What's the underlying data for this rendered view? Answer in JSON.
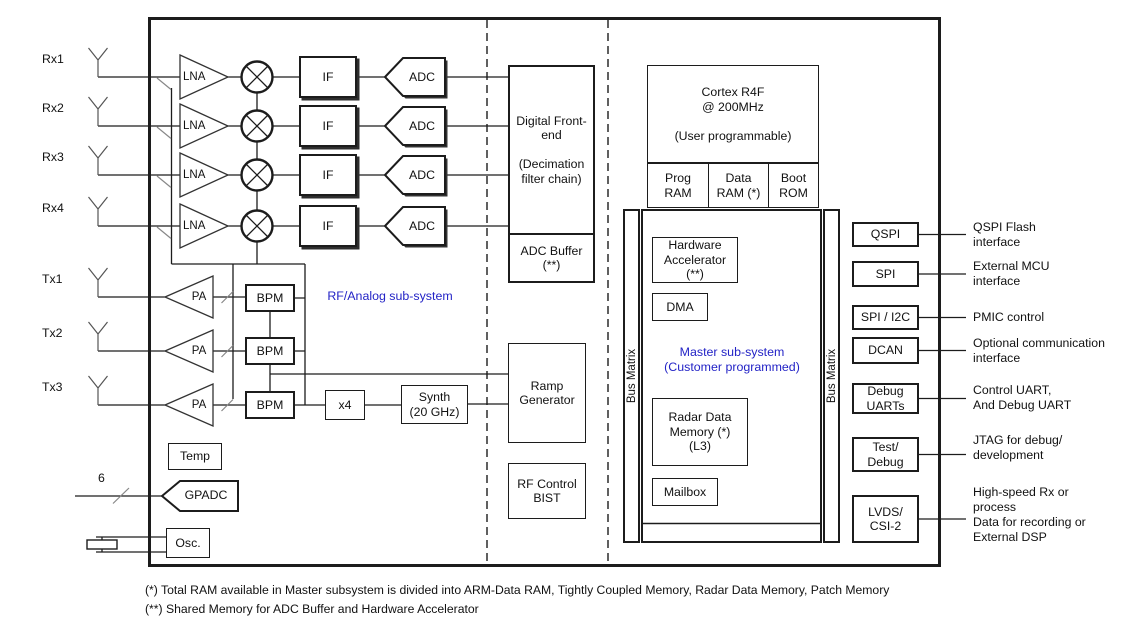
{
  "chip": {
    "rx": [
      {
        "label": "Rx1",
        "lna": "LNA",
        "if": "IF",
        "adc": "ADC"
      },
      {
        "label": "Rx2",
        "lna": "LNA",
        "if": "IF",
        "adc": "ADC"
      },
      {
        "label": "Rx3",
        "lna": "LNA",
        "if": "IF",
        "adc": "ADC"
      },
      {
        "label": "Rx4",
        "lna": "LNA",
        "if": "IF",
        "adc": "ADC"
      }
    ],
    "tx": [
      {
        "label": "Tx1",
        "pa": "PA",
        "bpm": "BPM"
      },
      {
        "label": "Tx2",
        "pa": "PA",
        "bpm": "BPM"
      },
      {
        "label": "Tx3",
        "pa": "PA",
        "bpm": "BPM"
      }
    ],
    "rf_analog": {
      "section_label": "RF/Analog sub-system",
      "digital_front_end": "Digital Front-\nend\n\n(Decimation\nfilter chain)",
      "adc_buffer": "ADC Buffer\n(**)",
      "multiplier": "x4",
      "synth": "Synth\n(20 GHz)",
      "ramp_generator": "Ramp\nGenerator",
      "rf_control_bist": "RF Control\nBIST",
      "temp": "Temp",
      "gpadc": "GPADC",
      "gpadc_bus_width": "6",
      "osc": "Osc."
    },
    "master": {
      "section_label": "Master sub-system\n(Customer programmed)",
      "cortex": "Cortex R4F\n@ 200MHz\n\n(User programmable)",
      "prog_ram": "Prog\nRAM",
      "data_ram": "Data\nRAM (*)",
      "boot_rom": "Boot\nROM",
      "bus_matrix_left": "Bus Matrix",
      "bus_matrix_right": "Bus Matrix",
      "hardware_accelerator": "Hardware\nAccelerator\n(**)",
      "dma": "DMA",
      "radar_data_memory": "Radar Data\nMemory (*)\n(L3)",
      "mailbox": "Mailbox"
    },
    "interfaces": [
      {
        "label": "QSPI",
        "desc": "QSPI Flash\ninterface"
      },
      {
        "label": "SPI",
        "desc": "External MCU\ninterface"
      },
      {
        "label": "SPI / I2C",
        "desc": "PMIC control"
      },
      {
        "label": "DCAN",
        "desc": "Optional communication\ninterface"
      },
      {
        "label": "Debug\nUARTs",
        "desc": "Control UART,\nAnd Debug UART"
      },
      {
        "label": "Test/\nDebug",
        "desc": "JTAG for debug/\ndevelopment"
      },
      {
        "label": "LVDS/\nCSI-2",
        "desc": "High-speed Rx or\nprocess\nData for recording or\nExternal DSP"
      }
    ]
  },
  "footnotes": [
    "(*) Total RAM available in Master subsystem is divided into ARM-Data RAM, Tightly Coupled Memory, Radar Data Memory, Patch Memory",
    "(**) Shared Memory for ADC Buffer and Hardware Accelerator"
  ],
  "colors": {
    "accent_blue": "#2323c6",
    "line": "#1c1c1c"
  }
}
